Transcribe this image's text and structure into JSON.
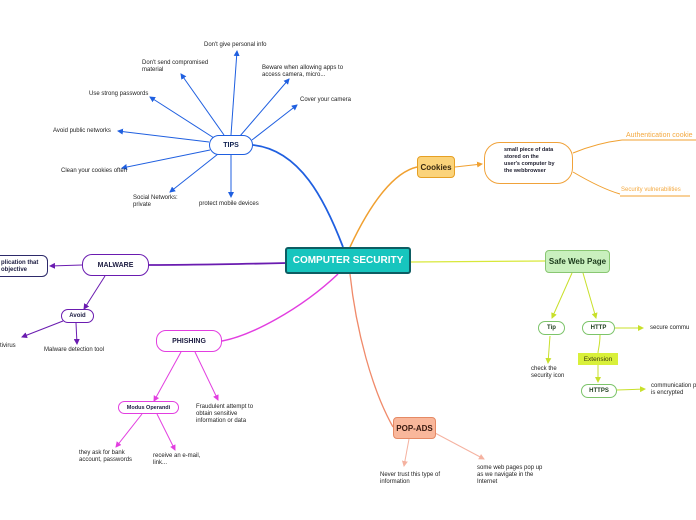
{
  "center": "COMPUTER SECURITY",
  "tips": {
    "label": "TIPS",
    "items": [
      "Don't give personal info",
      "Don't send compromised material",
      "Beware when allowing apps to access camera, micro...",
      "Use strong passwords",
      "Cover your camera",
      "Avoid public networks",
      "Clean your cookies often",
      "Social Networks: private",
      "protect mobile devices"
    ]
  },
  "malware": {
    "label": "MALWARE",
    "left_box": "plication that objective",
    "avoid": "Avoid",
    "antivirus": "tivirus",
    "detection": "Malware detection tool"
  },
  "phishing": {
    "label": "PHISHING",
    "modus": "Modus Operandi",
    "fraudulent": "Fraudulent attempt to obtain sensitive information or data",
    "ask": "they ask for bank account, passwords",
    "receive": "receive an e-mail, link..."
  },
  "cookies": {
    "label": "Cookies",
    "description": "small piece of data stored on the user's computer by the webbrowser",
    "auth": "Authentication cookie",
    "vuln": "Security vulnerabilities"
  },
  "safe_web": {
    "label": "Safe Web Page",
    "tip": "Tip",
    "http": "HTTP",
    "check": "check the security icon",
    "secure": "secure commu",
    "extension": "Extension",
    "https": "HTTPS",
    "encrypted": "communication p is encrypted"
  },
  "popads": {
    "label": "POP-ADS",
    "never": "Never trust this type of information",
    "some": "some web pages pop up as we navigate in the Internet"
  },
  "colors": {
    "center": "#17c5be",
    "tips": "#1f5fe0",
    "malware": "#6a1bb0",
    "phishing": "#e23ee0",
    "cookies": "#f0a030",
    "safe_web": "#c8e02a",
    "popads": "#f08a6a"
  }
}
